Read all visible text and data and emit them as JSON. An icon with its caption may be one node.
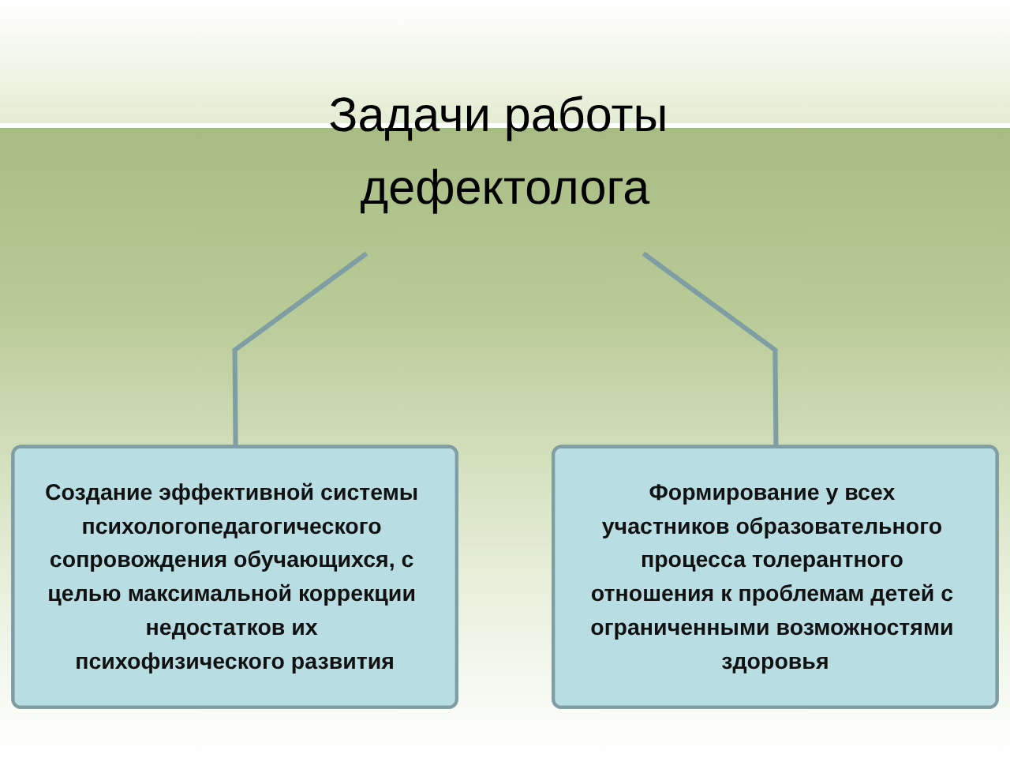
{
  "diagram": {
    "nodes": [
      {
        "text": [
          "Задачи работы дефектолога"
        ]
      },
      {
        "text": [
          "Создание эффективной системы психологопедагогического сопровождения обучающихся, с целью максимальной коррекции недостатков их психофизического развития"
        ]
      },
      {
        "text": [
          "Формирование у всех участников образовательного процесса толерантного отношения к проблемам детей с ограниченными возможностями здоровья"
        ]
      }
    ],
    "edges": [
      {
        "from": 0,
        "to": 1,
        "arrow": "none"
      },
      {
        "from": 0,
        "to": 2,
        "arrow": "none"
      }
    ]
  }
}
